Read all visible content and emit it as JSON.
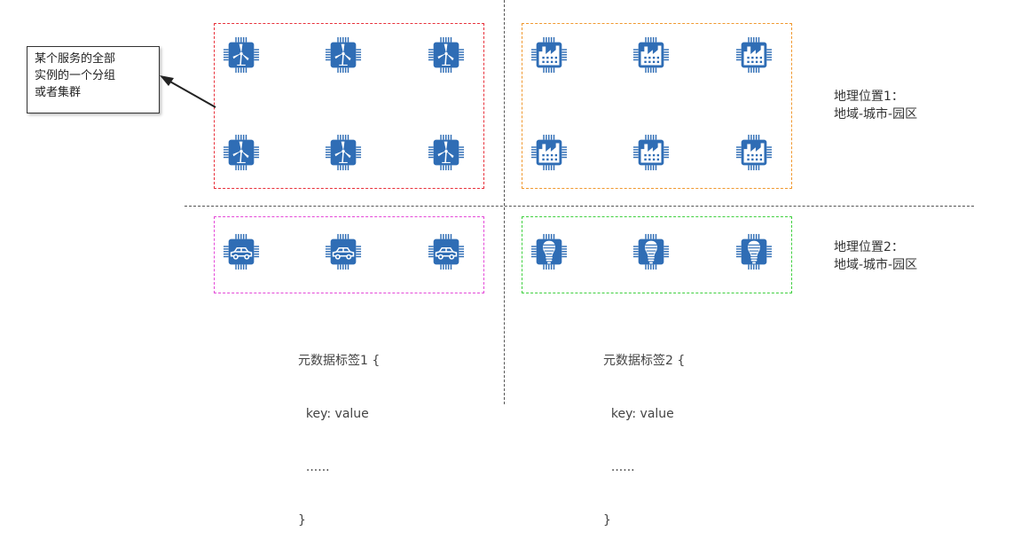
{
  "callout": {
    "line1": "某个服务的全部",
    "line2": "实例的一个分组",
    "line3": "或者集群"
  },
  "locations": [
    {
      "line1": "地理位置1：",
      "line2": "地域-城市-园区"
    },
    {
      "line1": "地理位置2：",
      "line2": "地域-城市-园区"
    }
  ],
  "metadata": [
    {
      "line1": "元数据标签1 {",
      "line2": "  key: value",
      "line3": "  ......",
      "line4": "}"
    },
    {
      "line1": "元数据标签2 {",
      "line2": "  key: value",
      "line3": "  ......",
      "line4": "}"
    }
  ],
  "colors": {
    "chip": "#2f6db5",
    "group_wind": "#e8303a",
    "group_factory": "#f0982e",
    "group_car": "#e448d8",
    "group_bulb": "#3fd03f"
  },
  "icons": {
    "wind": "wind-turbine-icon",
    "factory": "factory-icon",
    "car": "car-icon",
    "bulb": "light-bulb-icon"
  }
}
